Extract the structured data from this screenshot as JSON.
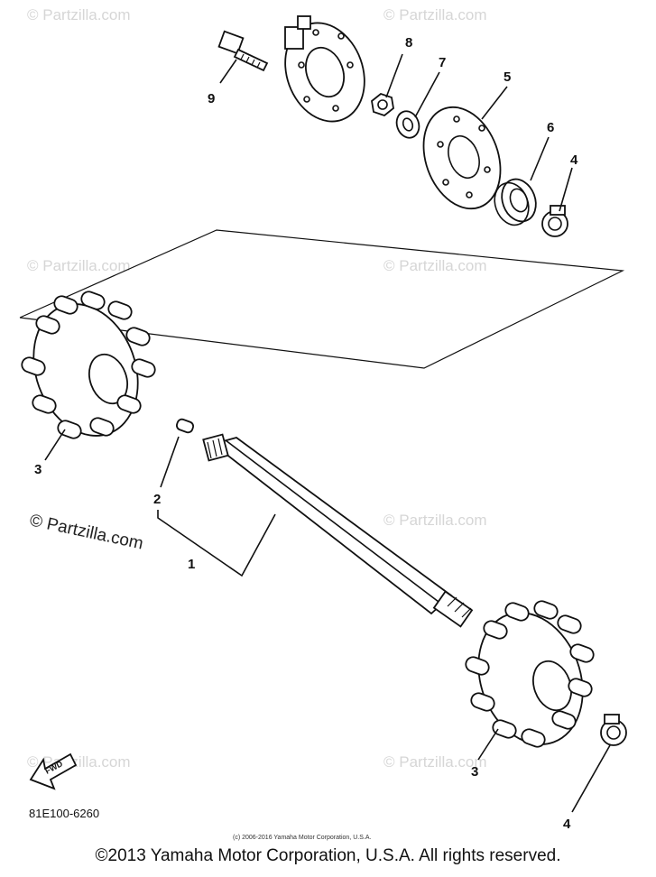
{
  "watermark": {
    "small": "© Partzilla.com",
    "main": "© Partzilla.com"
  },
  "callouts": {
    "c1": "1",
    "c2": "2",
    "c3a": "3",
    "c3b": "3",
    "c4a": "4",
    "c4b": "4",
    "c5": "5",
    "c6": "6",
    "c7": "7",
    "c8": "8",
    "c9": "9"
  },
  "fwd_label": "FWD",
  "diagram_code": "81E100-6260",
  "fine_print": "(c) 2006-2016 Yamaha Motor Corporation, U.S.A.",
  "copyright": "©2013 Yamaha Motor Corporation, U.S.A. All rights reserved."
}
